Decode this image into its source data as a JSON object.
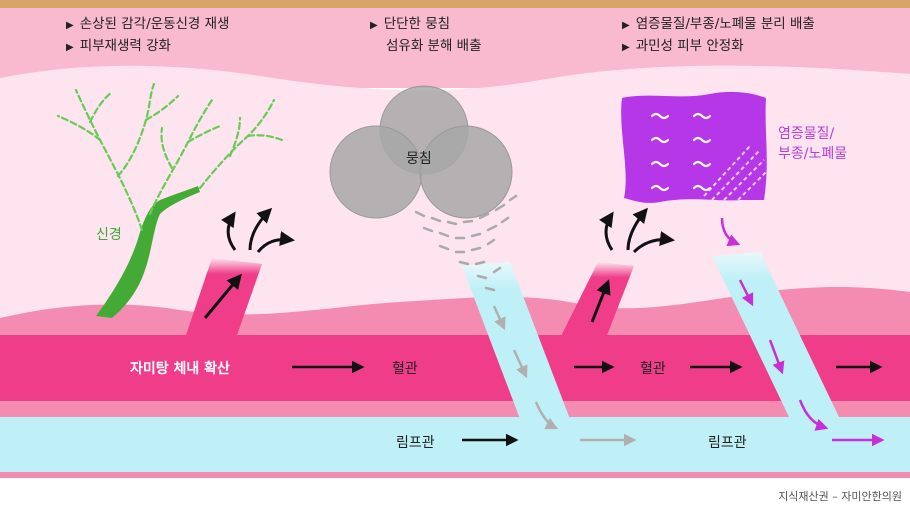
{
  "colors": {
    "top_band": "#d9a468",
    "header_bg": "#f9b9cf",
    "skin_bg": "#fde4ee",
    "tissue": "#f48bb0",
    "blood_vessel": "#f03d8a",
    "lymph_vessel": "#bff0f8",
    "nerve": "#44aa36",
    "cloud": "#aeaeae",
    "inflammation_block": "#b637e8",
    "inflammation_label": "#b43fd8"
  },
  "header": {
    "col1": {
      "line1": "손상된 감각/운동신경 재생",
      "line2": "피부재생력 강화"
    },
    "col2": {
      "line1": "단단한 뭉침",
      "line2": "섬유화 분해 배출"
    },
    "col3": {
      "line1": "염증물질/부종/노폐물 분리 배출",
      "line2": "과민성 피부 안정화"
    },
    "bullet_symbol": "▶"
  },
  "labels": {
    "nerve": "신경",
    "knot": "뭉침",
    "inflammation_line1": "염증물질/",
    "inflammation_line2": "부종/노폐물",
    "diffusion": "자미탕 체내 확산",
    "blood_vessel_1": "혈관",
    "blood_vessel_2": "혈관",
    "lymph_vessel_1": "림프관",
    "lymph_vessel_2": "림프관"
  },
  "footer": {
    "credit": "지식재산권 – 자미안한의원"
  }
}
